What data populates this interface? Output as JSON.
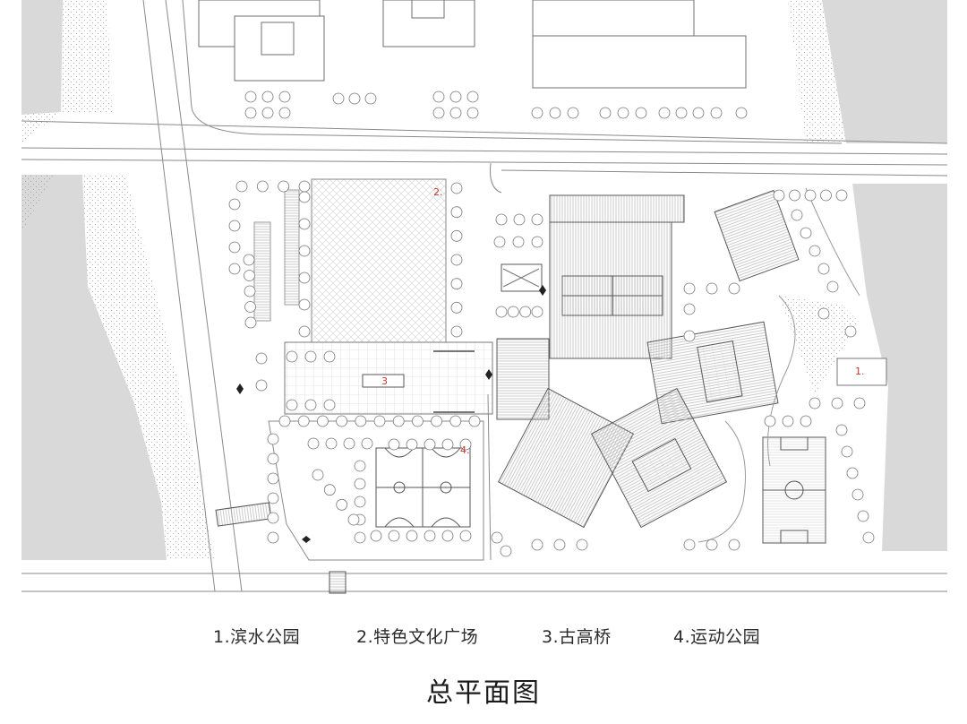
{
  "plan": {
    "markers": [
      "1.",
      "2.",
      "3",
      "4."
    ],
    "marker_color": "#c0392b"
  },
  "legend": [
    {
      "label": "1.滨水公园"
    },
    {
      "label": "2.特色文化广场"
    },
    {
      "label": "3.古高桥"
    },
    {
      "label": "4.运动公园"
    }
  ],
  "caption": "总平面图"
}
